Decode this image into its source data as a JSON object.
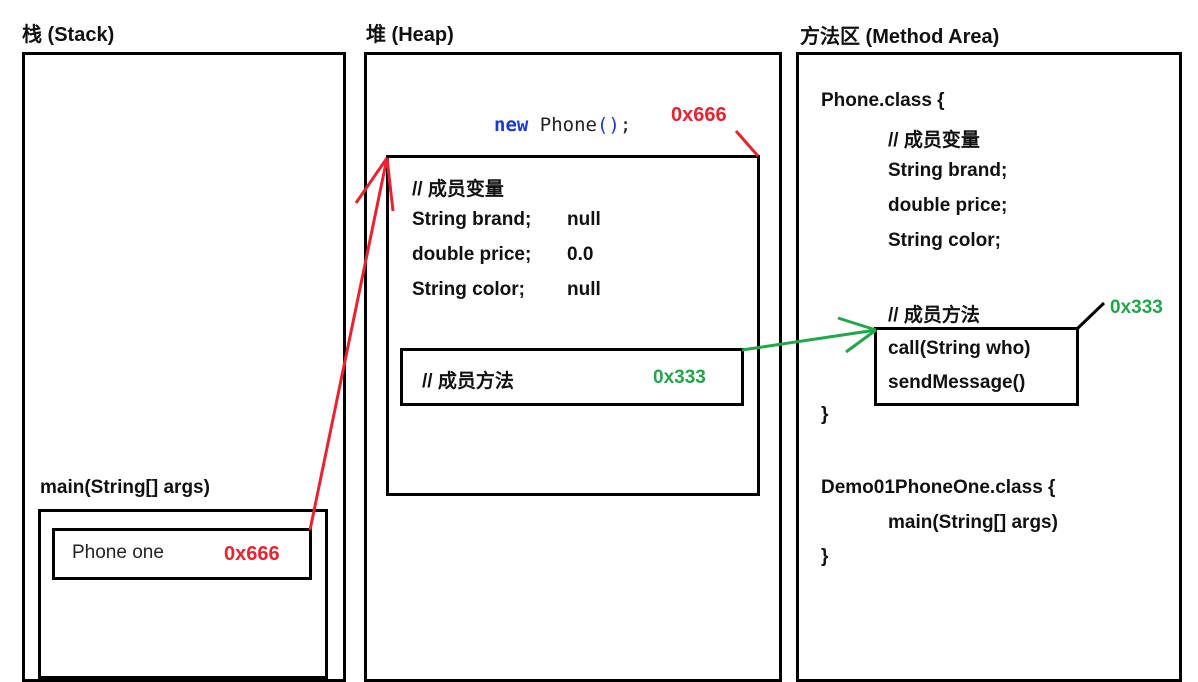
{
  "stack": {
    "title": "栈 (Stack)",
    "frame_label": "main(String[] args)",
    "var_name": "Phone  one",
    "var_value": "0x666"
  },
  "heap": {
    "title": "堆 (Heap)",
    "new_kw": "new",
    "new_class": "Phone",
    "new_parens": "()",
    "new_semi": ";",
    "addr": "0x666",
    "members_comment": "// 成员变量",
    "fields": [
      {
        "decl": "String brand;",
        "value": "null"
      },
      {
        "decl": "double price;",
        "value": "0.0"
      },
      {
        "decl": "String color;",
        "value": "null"
      }
    ],
    "methods_comment": "// 成员方法",
    "methods_addr": "0x333"
  },
  "method_area": {
    "title": "方法区 (Method Area)",
    "phone_class_open": "Phone.class {",
    "members_comment": "// 成员变量",
    "fields": [
      "String brand;",
      "double price;",
      "String color;"
    ],
    "methods_comment": "// 成员方法",
    "methods": [
      "call(String who)",
      "sendMessage()"
    ],
    "methods_addr": "0x333",
    "close_brace": "}",
    "demo_class_open": "Demo01PhoneOne.class {",
    "demo_method": "main(String[] args)",
    "demo_close": "}"
  },
  "colors": {
    "reference_arrow": "#e8232f",
    "method_arrow": "#22a64a",
    "keyword": "#1a3ad6"
  }
}
